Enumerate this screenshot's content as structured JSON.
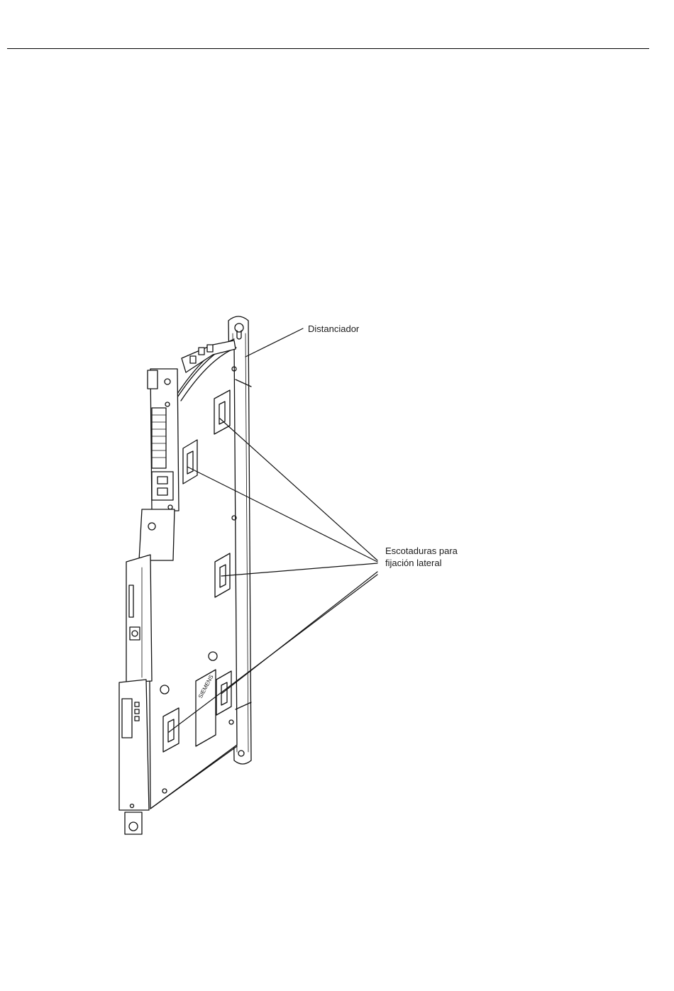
{
  "labels": {
    "spacer": "Distanciador",
    "cutouts_line1": "Escotaduras para",
    "cutouts_line2": "fijación lateral"
  },
  "device": {
    "brand_text": "SIEMENS"
  }
}
